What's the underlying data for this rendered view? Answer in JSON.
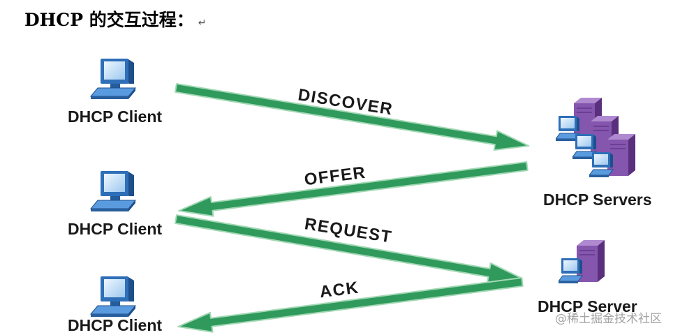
{
  "title": "DHCP 的交互过程：",
  "paragraph_mark": "↵",
  "clients": [
    {
      "label": "DHCP Client",
      "icon": "computer-icon"
    },
    {
      "label": "DHCP Client",
      "icon": "computer-icon"
    },
    {
      "label": "DHCP Client",
      "icon": "computer-icon"
    }
  ],
  "servers": {
    "cluster": {
      "label": "DHCP Servers",
      "icon": "server-cluster-icon"
    },
    "single": {
      "label": "DHCP Server",
      "icon": "server-icon"
    }
  },
  "messages": [
    {
      "label": "DISCOVER"
    },
    {
      "label": "OFFER"
    },
    {
      "label": "REQUEST"
    },
    {
      "label": "ACK"
    }
  ],
  "watermark": "@稀土掘金技术社区",
  "colors": {
    "arrow_fill": "#2f9a5c",
    "arrow_outline": "#a3d8b5",
    "computer_blue": "#2f6fb8",
    "server_purple": "#8456ad"
  }
}
